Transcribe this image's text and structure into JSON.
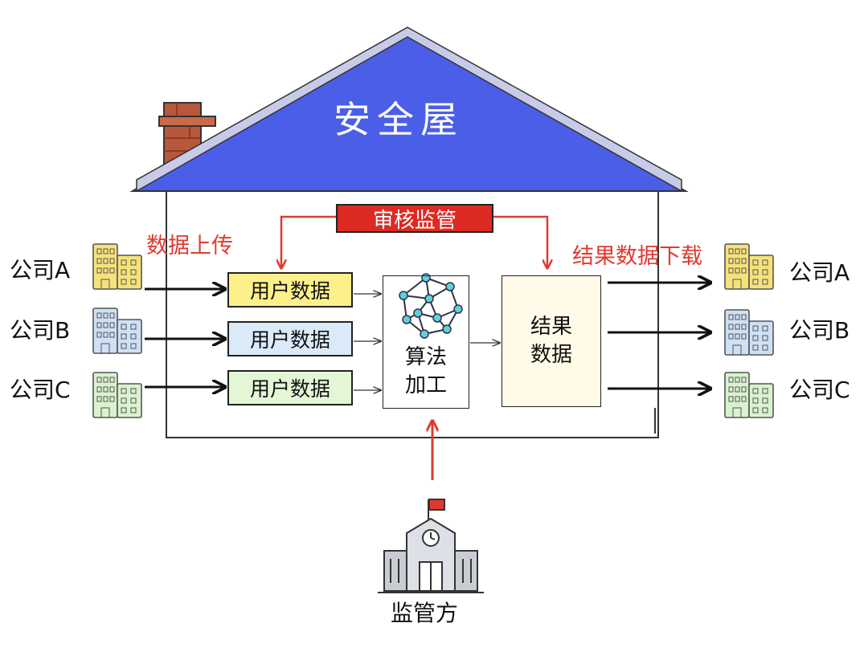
{
  "house": {
    "roof_title": "安全屋"
  },
  "audit": {
    "label": "审核监管"
  },
  "upload": {
    "label": "数据上传"
  },
  "download": {
    "label": "结果数据下载"
  },
  "companies_left": [
    {
      "name": "公司A",
      "color": "#f6e27a"
    },
    {
      "name": "公司B",
      "color": "#cfe0f5"
    },
    {
      "name": "公司C",
      "color": "#d9f2cf"
    }
  ],
  "companies_right": [
    {
      "name": "公司A",
      "color": "#f6e27a"
    },
    {
      "name": "公司B",
      "color": "#cfe0f5"
    },
    {
      "name": "公司C",
      "color": "#d9f2cf"
    }
  ],
  "user_data_boxes": [
    {
      "label": "用户数据",
      "color": "#fdf08a"
    },
    {
      "label": "用户数据",
      "color": "#dbeaf9"
    },
    {
      "label": "用户数据",
      "color": "#e3f6d6"
    }
  ],
  "algorithm": {
    "line1": "算法",
    "line2": "加工"
  },
  "result": {
    "line1": "结果",
    "line2": "数据"
  },
  "regulator": {
    "label": "监管方"
  },
  "colors": {
    "roof": "#4b5ee8",
    "accent_red": "#e03a2f",
    "audit_bg": "#dd2a22",
    "node": "#5fd0e2"
  }
}
